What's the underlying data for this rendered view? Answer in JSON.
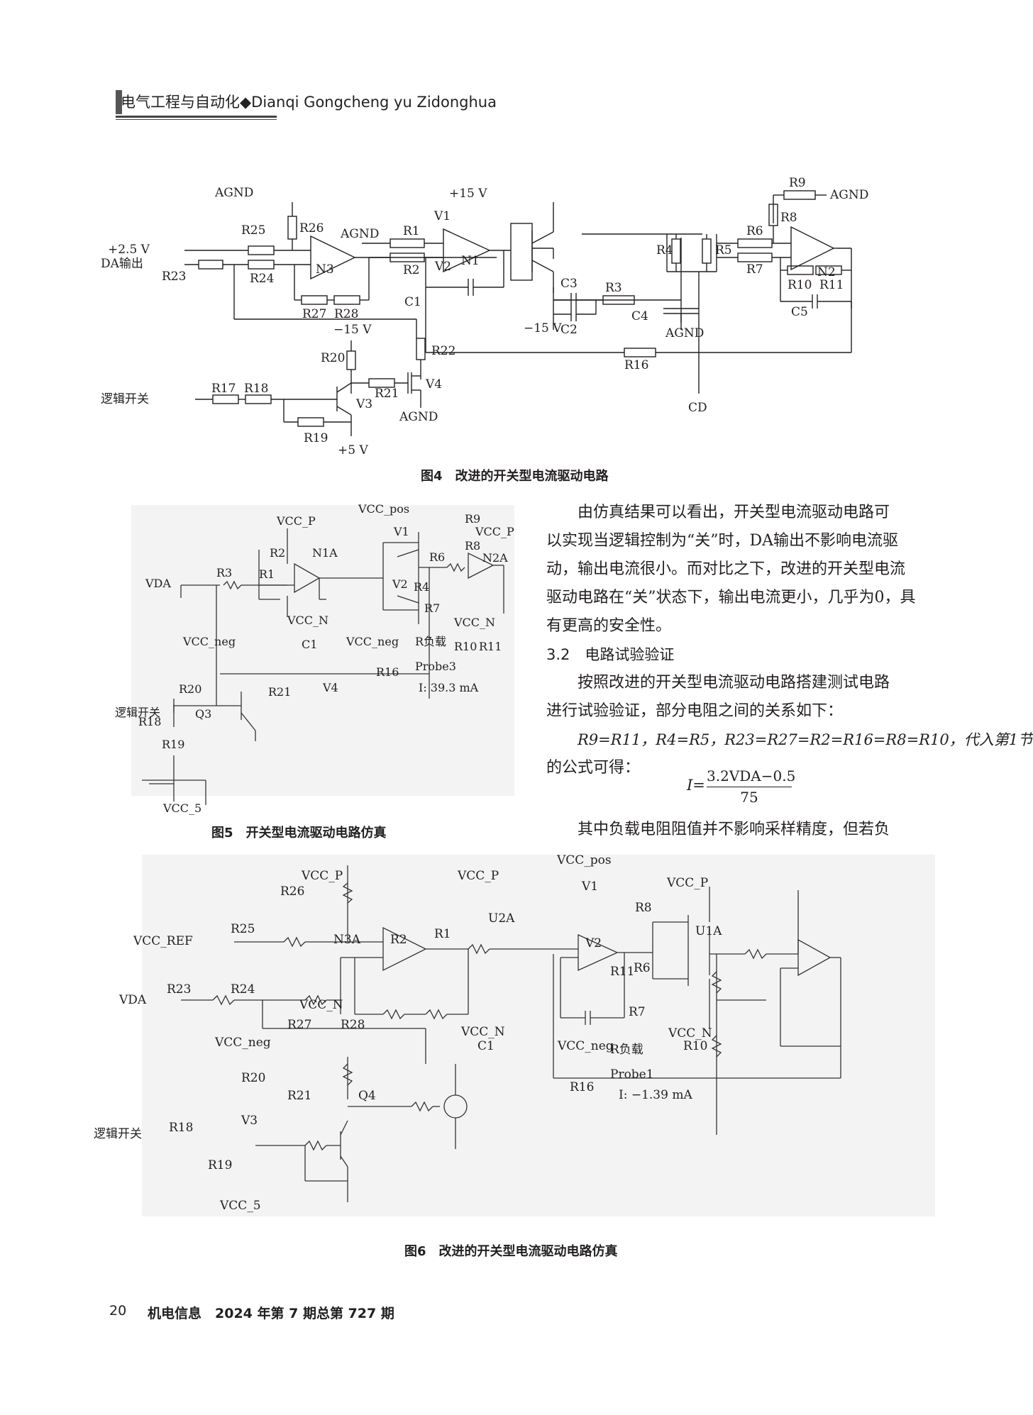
{
  "header": {
    "text": "电气工程与自动化◆Dianqi Gongcheng yu Zidonghua"
  },
  "fig4": {
    "caption": "图4　改进的开关型电流驱动电路",
    "labels": {
      "agnd_top": "AGND",
      "r26": "R26",
      "p25v": "+2.5 V",
      "da_out": "DA输出",
      "r25": "R25",
      "r23": "R23",
      "r24": "R24",
      "n3": "N3",
      "agnd_mid": "AGND",
      "r1": "R1",
      "r2": "R2",
      "n1": "N1",
      "c1": "C1",
      "r27": "R27",
      "r28": "R28",
      "p15v": "+15 V",
      "v1": "V1",
      "v2": "V2",
      "m15v_top": "−15 V",
      "r20": "R20",
      "r22": "R22",
      "r21": "R21",
      "v4": "V4",
      "agnd_bot": "AGND",
      "logic": "逻辑开关",
      "r17": "R17",
      "r18": "R18",
      "v3": "V3",
      "r19": "R19",
      "p5v": "+5 V",
      "c3": "C3",
      "r3": "R3",
      "c4": "C4",
      "c2": "C2",
      "m15v_bot": "−15 V",
      "agnd_c4": "AGND",
      "r4": "R4",
      "r5": "R5",
      "r16": "R16",
      "cd": "CD",
      "r9": "R9",
      "agnd_r9": "AGND",
      "r8": "R8",
      "r6": "R6",
      "r7": "R7",
      "n2": "N2",
      "r10": "R10",
      "r11": "R11",
      "c5": "C5"
    }
  },
  "fig5": {
    "caption": "图5　开关型电流驱动电路仿真",
    "labels": {
      "vcc_pos": "VCC_pos",
      "vcc_p1": "VCC_P",
      "r9": "R9",
      "vcc_p2": "VCC_P",
      "r8": "R8",
      "v1": "V1",
      "r2": "R2",
      "n1a": "N1A",
      "r6": "R6",
      "n2a": "N2A",
      "vda": "VDA",
      "r3": "R3",
      "r1": "R1",
      "v2": "V2",
      "r4": "R4",
      "r7": "R7",
      "vcc_n1": "VCC_N",
      "vcc_n2": "VCC_N",
      "c1": "C1",
      "vcc_neg1": "VCC_neg",
      "vcc_neg2": "VCC_neg",
      "rload": "R负载",
      "r10": "R10",
      "r11": "R11",
      "r16": "R16",
      "probe": "Probe3",
      "current": "I: 39.3 mA",
      "r20": "R20",
      "r21": "R21",
      "v4": "V4",
      "logic": "逻辑开关",
      "r18": "R18",
      "q3": "Q3",
      "r19": "R19",
      "vcc5": "VCC_5"
    }
  },
  "text_column": {
    "lines1": [
      "由仿真结果可以看出，开关型电流驱动电路可",
      "以实现当逻辑控制为“关”时，DA输出不影响电流驱",
      "动，输出电流很小。而对比之下，改进的开关型电流",
      "驱动电路在“关”状态下，输出电流更小，几乎为0，具",
      "有更高的安全性。"
    ],
    "section_title": "3.2　电路试验验证",
    "lines2": [
      "按照改进的开关型电流驱动电路搭建测试电路",
      "进行试验验证，部分电阻之间的关系如下："
    ],
    "relation": "R9=R11，R4=R5，R23=R27=R2=R16=R8=R10，代入第1节",
    "relation2": "的公式可得：",
    "formula": {
      "lhs": "I=",
      "numerator": "3.2VDA−0.5",
      "denominator": "75"
    },
    "last_line": "其中负载电阻阻值并不影响采样精度，但若负"
  },
  "fig6": {
    "caption": "图6　改进的开关型电流驱动电路仿真",
    "labels": {
      "vcc_p1": "VCC_P",
      "r26": "R26",
      "vcc_ref": "VCC_REF",
      "r25": "R25",
      "n3a": "N3A",
      "r2": "R2",
      "r1": "R1",
      "vcc_p2": "VCC_P",
      "u2a": "U2A",
      "vcc_pos": "VCC_pos",
      "v1": "V1",
      "r8": "R8",
      "vcc_p3": "VCC_P",
      "u1a": "U1A",
      "v2": "V2",
      "r6": "R6",
      "r11": "R11",
      "vda": "VDA",
      "r23": "R23",
      "r24": "R24",
      "vcc_n1": "VCC_N",
      "vcc_n2": "VCC_N",
      "vcc_n3": "VCC_N",
      "r7": "R7",
      "r27": "R27",
      "r28": "R28",
      "c1": "C1",
      "vcc_neg": "VCC_neg",
      "vcc_neg2": "VCC_neg",
      "rload": "R负载",
      "r10": "R10",
      "r16": "R16",
      "probe": "Probe1",
      "current": "I: −1.39 mA",
      "r20": "R20",
      "r21": "R21",
      "q4": "Q4",
      "v3": "V3",
      "logic": "逻辑开关",
      "r18": "R18",
      "r19": "R19",
      "vcc5": "VCC_5"
    }
  },
  "footer": {
    "page": "20",
    "journal": "机电信息　2024 年第 7 期总第 727 期"
  }
}
